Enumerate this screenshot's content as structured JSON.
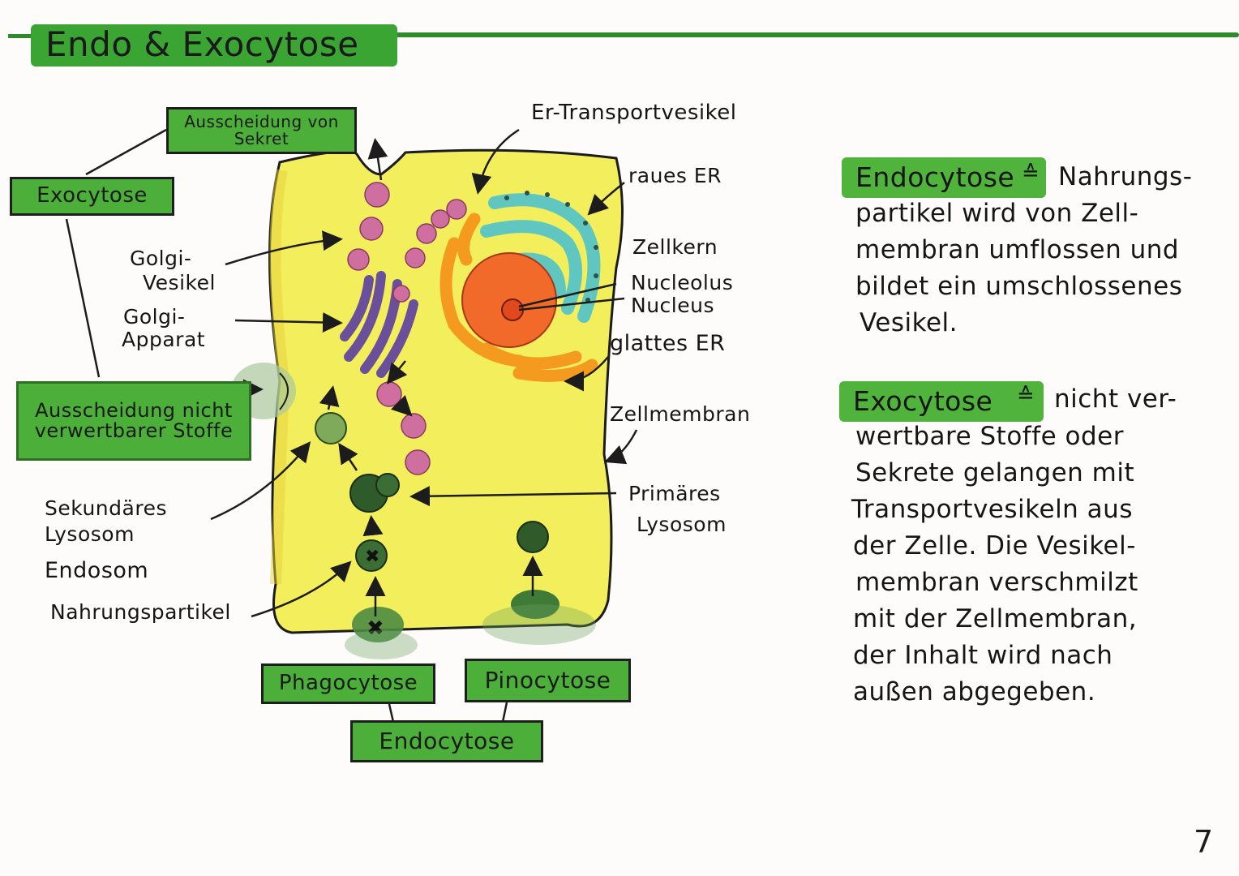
{
  "title": "Endo & Exocytose",
  "page_number": "7",
  "boxes": {
    "sekret": "Ausscheidung von Sekret",
    "exocytose": "Exocytose",
    "nicht_verwertbar": "Ausscheidung nicht verwertbarer Stoffe",
    "phagocytose": "Phagocytose",
    "pinocytose": "Pinocytose",
    "endocytose": "Endocytose"
  },
  "labels": {
    "er_transport": "Er-Transportvesikel",
    "raues_er": "raues ER",
    "zellkern": "Zellkern",
    "nucleolus": "Nucleolus",
    "nucleus": "Nucleus",
    "glattes_er": "glattes ER",
    "zellmembran": "Zellmembran",
    "primaeres": "Primäres",
    "lysosom": "Lysosom",
    "golgi_vesikel_1": "Golgi-",
    "golgi_vesikel_2": "Vesikel",
    "golgi_apparat_1": "Golgi-",
    "golgi_apparat_2": "Apparat",
    "sek_lysosom_1": "Sekundäres",
    "sek_lysosom_2": "Lysosom",
    "endosom": "Endosom",
    "nahrungspartikel": "Nahrungspartikel"
  },
  "definitions": {
    "endo_term": "Endocytose",
    "endo_eq": "≙",
    "endo_lines": [
      "Nahrungs-",
      "partikel wird von Zell-",
      "membran umflossen und",
      "bildet ein umschlossenes",
      "Vesikel."
    ],
    "exo_term": "Exocytose",
    "exo_eq": "≙",
    "exo_lines": [
      "nicht ver-",
      "wertbare Stoffe oder",
      "Sekrete gelangen mit",
      "Transportvesikeln aus",
      "der Zelle. Die Vesikel-",
      "membran verschmilzt",
      "mit der Zellmembran,",
      "der Inhalt wird nach",
      "außen abgegeben."
    ]
  },
  "colors": {
    "green_box": "#4caf3a",
    "cell": "#f3ee5c",
    "nucleus": "#f26a2a",
    "rough_er": "#5fc7c0",
    "smooth_er": "#f39a1f",
    "golgi": "#6a4f9a",
    "vesicle": "#cf6fa0",
    "lysosome": "#2f5a2a"
  }
}
